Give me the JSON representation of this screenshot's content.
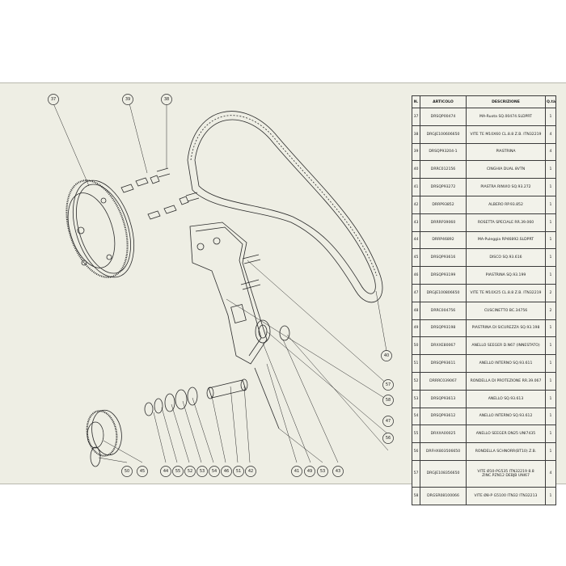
{
  "bom": {
    "headers": [
      "N.",
      "ARTICOLO",
      "DESCRIZIONE",
      "Q.tà"
    ],
    "rows": [
      [
        "37",
        "DRSQP00474",
        "MA-Ruota SQ.00474.SLDPRT",
        "1"
      ],
      [
        "38",
        "DRGJE100606650",
        "VITE TE M10X60 CL.8.8 Z.B. ITN32219",
        "4"
      ],
      [
        "39",
        "DRSQP93204-1",
        "PIASTRINA",
        "4"
      ],
      [
        "40",
        "DRRC012156",
        "CINGHIA DUAL 8VTN",
        "1"
      ],
      [
        "41",
        "DRSQP93272",
        "PIASTRA RINVIO SQ.93.272",
        "1"
      ],
      [
        "42",
        "DRRP93852",
        "ALBERO RP.93.852",
        "1"
      ],
      [
        "43",
        "DRRRP39060",
        "ROSETTA SPECIALE RR.39.060",
        "1"
      ],
      [
        "44",
        "DRRP46892",
        "MA-Puleggia RP46892.SLDPRT",
        "1"
      ],
      [
        "45",
        "DRSQP93616",
        "DISCO SQ.93.616",
        "1"
      ],
      [
        "46",
        "DRSQP93199",
        "PIASTRINA SQ.93.199",
        "1"
      ],
      [
        "47",
        "DRGJE100806650",
        "VITE TE M10X25 CL.8.8 Z.B. ITN32219",
        "2"
      ],
      [
        "48",
        "DRRC004756",
        "CUSCINETTO BC.34756",
        "2"
      ],
      [
        "49",
        "DRSQP93198",
        "PIASTRINA DI SICUREZZA SQ.93.198",
        "1"
      ],
      [
        "50",
        "DRXXE80067",
        "ANELLO SEEGER D.N67 (INNESTATO)",
        "1"
      ],
      [
        "51",
        "DRSQP93611",
        "ANELLO INTERNO SQ.93.611",
        "1"
      ],
      [
        "52",
        "DRRRC039067",
        "RONDELLA DI PROTEZIONE RR.39.067",
        "1"
      ],
      [
        "53",
        "DRSQP93613",
        "ANELLO SQ.93.613",
        "1"
      ],
      [
        "54",
        "DRSQP93612",
        "ANELLO INTERNO SQ.93.612",
        "1"
      ],
      [
        "55",
        "DRXXA00025",
        "ANELLO SEEGER DN25 UNI7435",
        "1"
      ],
      [
        "56",
        "DRFHX803506650",
        "RONDELLA SCHNORR(BT10) Z.B.",
        "1"
      ],
      [
        "57",
        "DRGJE108356650",
        "VITE Ø10-PG535 ITN32219 8.8 ZINC.PZN12 DEBJB UNI67",
        "4"
      ],
      [
        "58",
        "DRGSR08100066",
        "VITE Ø8-P G5100 ITN32 ITN32213",
        "1"
      ]
    ]
  },
  "balloons": [
    "37",
    "39",
    "38",
    "40",
    "57",
    "58",
    "47",
    "56",
    "50",
    "45",
    "44",
    "55",
    "52",
    "53",
    "54",
    "46",
    "51",
    "42",
    "41",
    "49",
    "53",
    "43"
  ]
}
